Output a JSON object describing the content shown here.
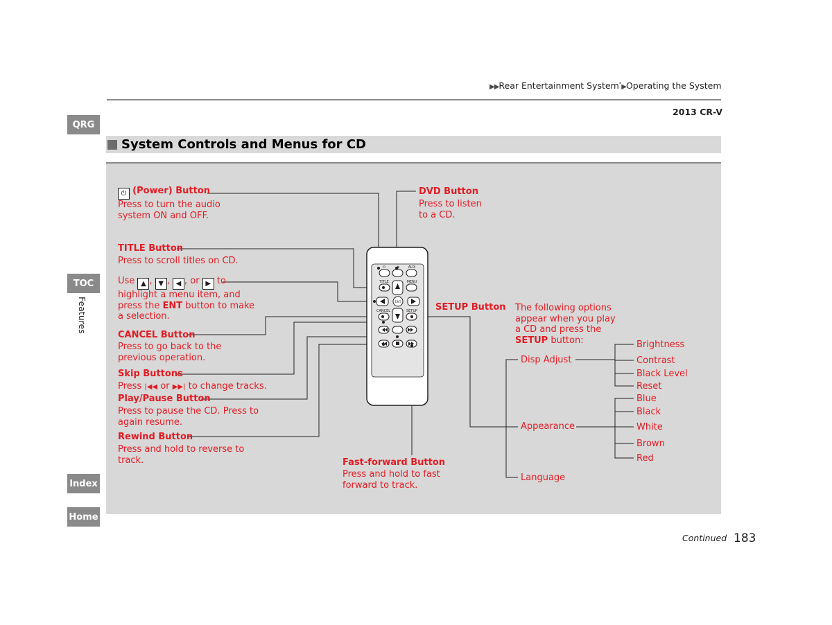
{
  "header": {
    "breadcrumb_arrows": "▶▶",
    "breadcrumb_part1": "Rear Entertainment System",
    "breadcrumb_star": "*",
    "breadcrumb_sep": "▶",
    "breadcrumb_part2": "Operating the System",
    "model": "2013 CR-V"
  },
  "sidebar": {
    "qrg": "QRG",
    "toc": "TOC",
    "section": "Features",
    "index": "Index",
    "home": "Home"
  },
  "section_title": "System Controls and Menus for CD",
  "callouts": {
    "power_title": "(Power) Button",
    "power_desc1": "Press to turn the audio",
    "power_desc2": "system ON and OFF.",
    "title_title": "TITLE Button",
    "title_desc": "Press to scroll titles on CD.",
    "use_word": "Use",
    "use_sep1": ",",
    "use_sep2": ",",
    "use_or": ", or",
    "use_to": "to",
    "use_line2": "highlight a menu item, and",
    "use_line3a": "press the",
    "use_line3b": "ENT",
    "use_line3c": "button to make",
    "use_line4": "a selection.",
    "cancel_title": "CANCEL Button",
    "cancel_desc1": "Press to go back to the",
    "cancel_desc2": "previous operation.",
    "skip_title": "Skip Buttons",
    "skip_desc_a": "Press",
    "skip_desc_or": "or",
    "skip_desc_b": "to change tracks.",
    "play_title": "Play/Pause Button",
    "play_desc1": "Press to pause the CD. Press to",
    "play_desc2": "again resume.",
    "rewind_title": "Rewind Button",
    "rewind_desc1": "Press and hold to reverse to",
    "rewind_desc2": "track.",
    "dvd_title": "DVD Button",
    "dvd_desc1": "Press to listen",
    "dvd_desc2": "to a CD.",
    "setup_title": "SETUP Button",
    "setup_desc1": "The following options",
    "setup_desc2": "appear when you play",
    "setup_desc3": "a CD and press the",
    "setup_desc4a": "SETUP",
    "setup_desc4b": "button:",
    "ff_title": "Fast-forward Button",
    "ff_desc1": "Press and hold to fast",
    "ff_desc2": "forward to track."
  },
  "remote": {
    "power": "⏻",
    "dvd": "◉",
    "aux": "AUX",
    "title": "TITLE",
    "menu": "MENU",
    "ent": "ENT",
    "cancel": "CANCEL",
    "setup": "SETUP"
  },
  "menu_tree": {
    "disp_adjust": "Disp Adjust",
    "disp_items": [
      "Brightness",
      "Contrast",
      "Black Level",
      "Reset"
    ],
    "appearance": "Appearance",
    "appearance_items": [
      "Blue",
      "Black",
      "White",
      "Brown",
      "Red"
    ],
    "language": "Language"
  },
  "footer": {
    "continued": "Continued",
    "page": "183"
  },
  "colors": {
    "accent_red": "#e31b23",
    "panel_gray": "#d8d8d8",
    "nav_gray": "#8a8a8a"
  }
}
